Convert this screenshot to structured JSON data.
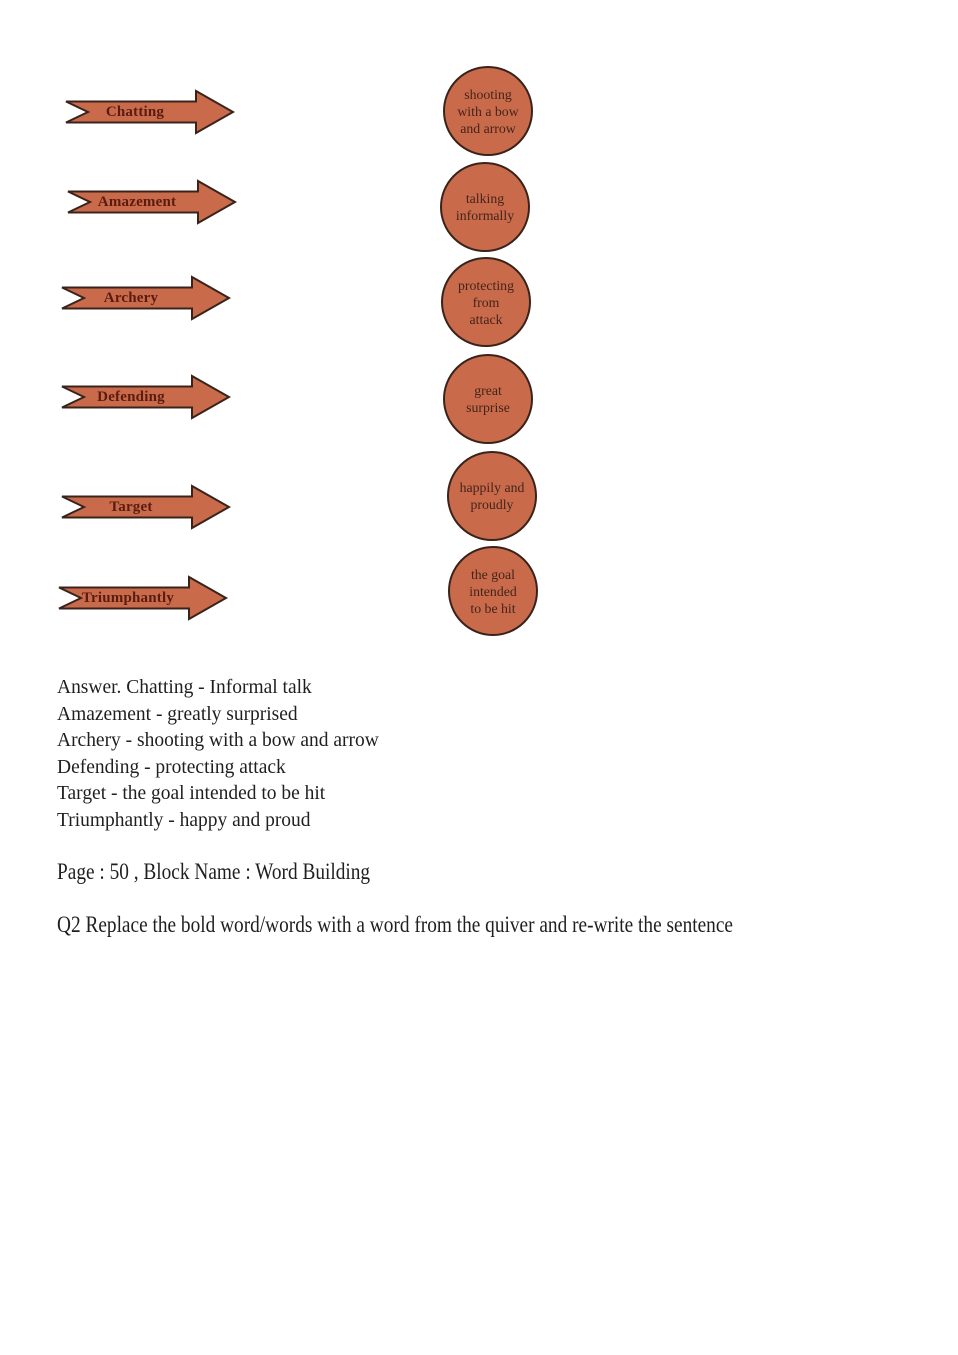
{
  "colors": {
    "shape_fill": "#c96b4b",
    "shape_outline": "#3a231b",
    "arrow_label_color": "#5a1c10",
    "circle_text_color": "#44231a",
    "body_text_color": "#1f1f1f",
    "page_background": "#ffffff"
  },
  "matching": {
    "arrows": [
      {
        "label": "Chatting"
      },
      {
        "label": "Amazement"
      },
      {
        "label": "Archery"
      },
      {
        "label": "Defending"
      },
      {
        "label": "Target"
      },
      {
        "label": "Triumphantly"
      }
    ],
    "circles": [
      {
        "text": "shooting\nwith a bow\nand arrow"
      },
      {
        "text": "talking\ninformally"
      },
      {
        "text": "protecting\nfrom\nattack"
      },
      {
        "text": "great\nsurprise"
      },
      {
        "text": "happily and\nproudly"
      },
      {
        "text": "the goal\nintended\nto be hit"
      }
    ]
  },
  "answer": {
    "lines": [
      "Answer. Chatting - Informal talk",
      "Amazement - greatly surprised",
      "Archery - shooting with a bow and arrow",
      "Defending - protecting attack",
      "Target - the goal intended to be hit",
      "Triumphantly - happy and proud"
    ]
  },
  "footer": {
    "page_info": "Page : 50 , Block Name : Word Building",
    "question": "Q2 Replace the bold word/words with a word from the quiver and re-write the sentence"
  }
}
